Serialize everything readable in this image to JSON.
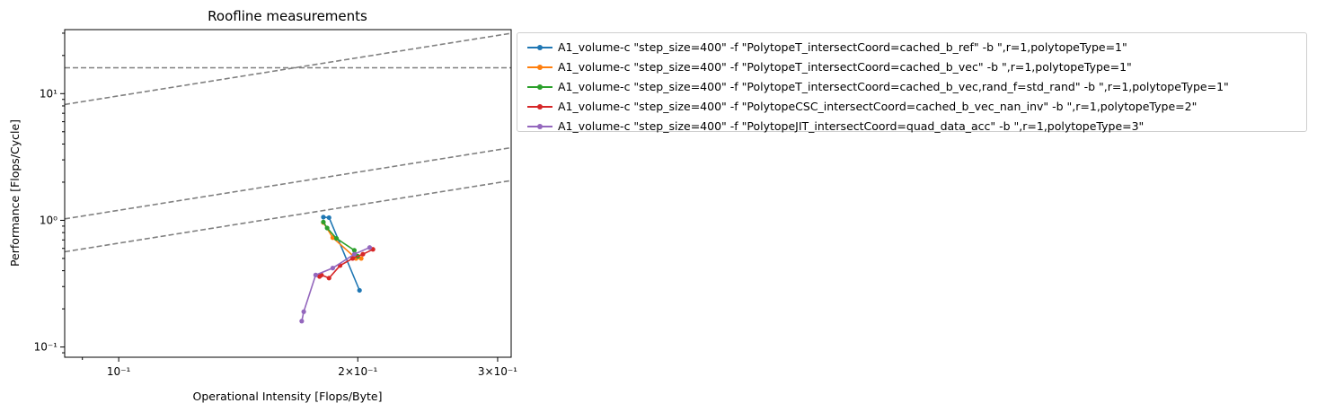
{
  "chart_data": {
    "type": "line",
    "title": "Roofline measurements",
    "xlabel": "Operational Intensity [Flops/Byte]",
    "ylabel": "Performance [Flops/Cycle]",
    "xscale": "log",
    "yscale": "log",
    "xlim": [
      0.0855,
      0.312
    ],
    "ylim": [
      0.083,
      32
    ],
    "x_tick_labels": [
      {
        "value": 0.1,
        "label": "10⁻¹"
      },
      {
        "value": 0.2,
        "label": "2×10⁻¹"
      },
      {
        "value": 0.3,
        "label": "3×10⁻¹"
      }
    ],
    "y_tick_labels": [
      {
        "value": 0.1,
        "label": "10⁻¹"
      },
      {
        "value": 1,
        "label": "10⁰"
      },
      {
        "value": 10,
        "label": "10¹"
      }
    ],
    "legend_position": "outside-right-top",
    "grid": false,
    "reference_lines": [
      {
        "type": "horizontal",
        "y": 16,
        "color": "#808080",
        "style": "dashed"
      },
      {
        "type": "slope",
        "slope": 96,
        "color": "#808080",
        "style": "dashed"
      },
      {
        "type": "slope",
        "slope": 12,
        "color": "#808080",
        "style": "dashed"
      },
      {
        "type": "slope",
        "slope": 6.6,
        "color": "#808080",
        "style": "dashed"
      }
    ],
    "series": [
      {
        "name": "A1_volume-c \"step_size=400\" -f \"PolytopeT_intersectCoord=cached_b_ref\" -b \",r=1,polytopeType=1\"",
        "color": "#1f77b4",
        "x": [
          0.181,
          0.184,
          0.201
        ],
        "y": [
          1.06,
          1.05,
          0.28
        ]
      },
      {
        "name": "A1_volume-c \"step_size=400\" -f \"PolytopeT_intersectCoord=cached_b_vec\" -b \",r=1,polytopeType=1\"",
        "color": "#ff7f0e",
        "x": [
          0.181,
          0.186,
          0.199,
          0.202
        ],
        "y": [
          0.96,
          0.73,
          0.5,
          0.5
        ]
      },
      {
        "name": "A1_volume-c \"step_size=400\" -f \"PolytopeT_intersectCoord=cached_b_vec,rand_f=std_rand\" -b \",r=1,polytopeType=1\"",
        "color": "#2ca02c",
        "x": [
          0.181,
          0.183,
          0.188,
          0.198,
          0.2
        ],
        "y": [
          0.97,
          0.87,
          0.72,
          0.58,
          0.52
        ]
      },
      {
        "name": "A1_volume-c \"step_size=400\" -f \"PolytopeCSC_intersectCoord=cached_b_vec_nan_inv\" -b \",r=1,polytopeType=2\"",
        "color": "#d62728",
        "x": [
          0.179,
          0.18,
          0.184,
          0.19,
          0.197,
          0.203,
          0.209
        ],
        "y": [
          0.36,
          0.37,
          0.35,
          0.44,
          0.5,
          0.54,
          0.59
        ]
      },
      {
        "name": "A1_volume-c \"step_size=400\" -f \"PolytopeJIT_intersectCoord=quad_data_acc\" -b \",r=1,polytopeType=3\"",
        "color": "#9467bd",
        "x": [
          0.17,
          0.171,
          0.177,
          0.186,
          0.198,
          0.207
        ],
        "y": [
          0.16,
          0.19,
          0.37,
          0.42,
          0.54,
          0.61
        ]
      }
    ]
  }
}
